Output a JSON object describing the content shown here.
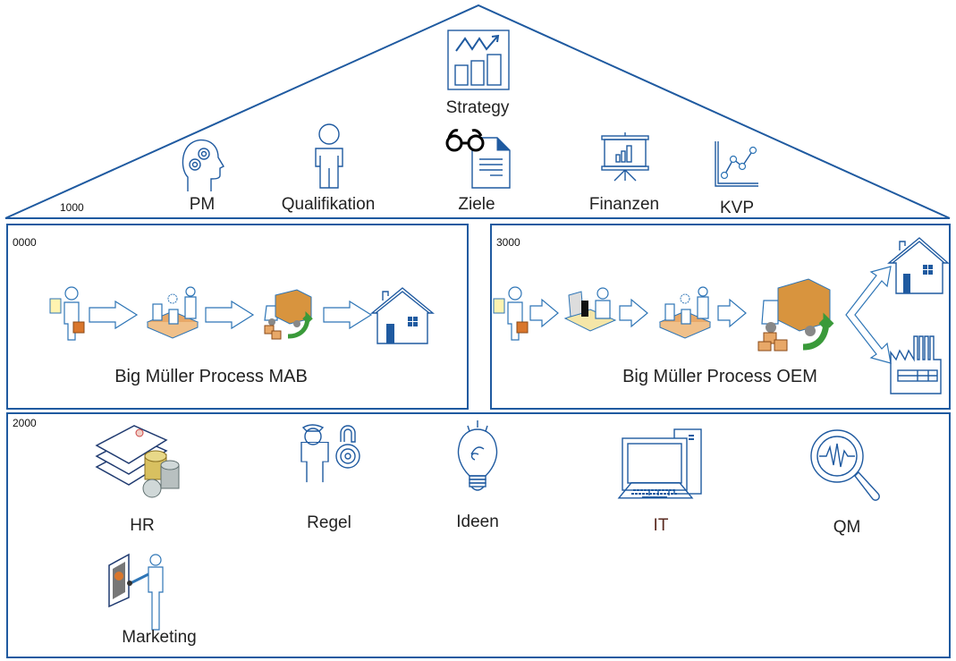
{
  "roof": {
    "code": "1000",
    "top": {
      "label": "Strategy",
      "icon": "strategy-chart-icon"
    },
    "items": [
      {
        "label": "PM",
        "icon": "head-gears-icon"
      },
      {
        "label": "Qualifikation",
        "icon": "person-icon"
      },
      {
        "label": "Ziele",
        "icon": "glasses-document-icon"
      },
      {
        "label": "Finanzen",
        "icon": "presentation-board-icon"
      },
      {
        "label": "KVP",
        "icon": "line-graph-icon"
      }
    ]
  },
  "process_mab": {
    "code": "0000",
    "title": "Big Müller Process MAB",
    "steps": [
      "customer-order-icon",
      "production-line-icon",
      "delivery-truck-icon",
      "house-icon"
    ]
  },
  "process_oem": {
    "code": "3000",
    "title": "Big Müller Process OEM",
    "steps": [
      "customer-order-icon",
      "lab-engineer-icon",
      "production-line-icon",
      "delivery-truck-icon"
    ],
    "targets": [
      "house-icon",
      "factory-icon"
    ]
  },
  "support": {
    "code": "2000",
    "items": [
      {
        "label": "HR",
        "icon": "documents-coins-icon"
      },
      {
        "label": "Regel",
        "icon": "guard-lock-icon"
      },
      {
        "label": "Ideen",
        "icon": "lightbulb-icon"
      },
      {
        "label": "IT",
        "icon": "computer-icon",
        "color": "#5a2a20"
      },
      {
        "label": "QM",
        "icon": "magnifier-wave-icon"
      },
      {
        "label": "Marketing",
        "icon": "presenter-icon"
      }
    ]
  },
  "colors": {
    "line": "#1f5aa0",
    "accent_orange": "#d98c3a",
    "accent_green": "#3a9a3a"
  }
}
